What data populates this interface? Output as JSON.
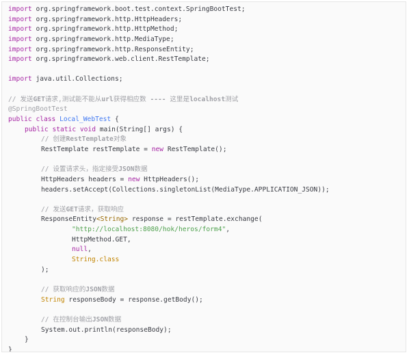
{
  "keywords": {
    "import": "import",
    "public": "public",
    "class": "class",
    "static": "static",
    "void": "void",
    "new": "new",
    "null": "null"
  },
  "imports": [
    "org.springframework.boot.test.context.SpringBootTest;",
    "org.springframework.http.HttpHeaders;",
    "org.springframework.http.HttpMethod;",
    "org.springframework.http.MediaType;",
    "org.springframework.http.ResponseEntity;",
    "org.springframework.web.client.RestTemplate;"
  ],
  "import_collections": "java.util.Collections;",
  "class_comment": {
    "p1": "// 发送",
    "b1": "GET",
    "p2": "请求,测试能不能从",
    "b2": "url",
    "p3": "获得相应数 ",
    "b3": "----",
    "p4": " 这里是",
    "b4": "localhost",
    "p5": "测试"
  },
  "annotation": "@SpringBootTest",
  "class_name": "Local_WebTest",
  "open_brace": "{",
  "close_brace": "}",
  "main_sig": {
    "name": "main",
    "params": "(String[] args) {"
  },
  "comments": {
    "create": {
      "p1": "// 创建",
      "b1": "RestTemplate",
      "p2": "对象"
    },
    "headers": {
      "p1": "// 设置请求头，指定接受",
      "b1": "JSON",
      "p2": "数据"
    },
    "send": {
      "p1": "// 发送",
      "b1": "GET",
      "p2": "请求，获取响应"
    },
    "body": {
      "p1": "// 获取响应的",
      "b1": "JSON",
      "p2": "数据"
    },
    "output": {
      "p1": "// 在控制台输出",
      "b1": "JSON",
      "p2": "数据"
    }
  },
  "lines": {
    "rest_decl": "RestTemplate restTemplate = ",
    "rest_ctor": " RestTemplate();",
    "headers_decl": "HttpHeaders headers = ",
    "headers_ctor": " HttpHeaders();",
    "set_accept": "headers.setAccept(Collections.singletonList(MediaType.APPLICATION_JSON));",
    "resp_type": "ResponseEntity",
    "resp_generic": "<String>",
    "resp_rest": " response = restTemplate.exchange(",
    "url": "\"http://localhost:8080/hok/heros/form4\"",
    "comma": ",",
    "method": "HttpMethod.GET,",
    "null_tail": ",",
    "string_class": "String.class",
    "close_paren": ");",
    "body_type": "String",
    "body_rest": " responseBody = response.getBody();",
    "println": "System.out.println(responseBody);"
  },
  "colors": {
    "keyword": "#a626a4",
    "comment": "#a0a1a7",
    "string": "#50a14f",
    "annotation": "#4078f2",
    "type": "#c18401",
    "text": "#383a42",
    "background": "#fafafa"
  }
}
